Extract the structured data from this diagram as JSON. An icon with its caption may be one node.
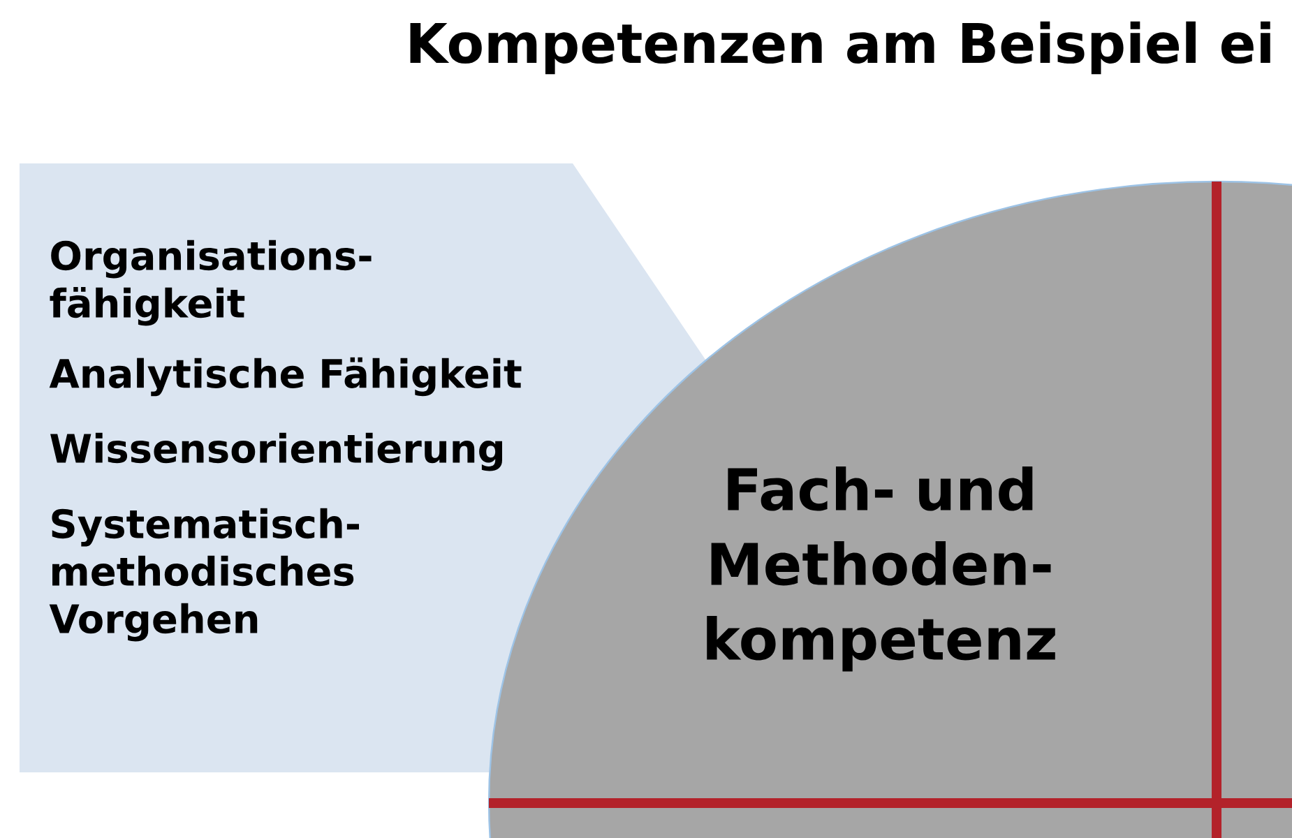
{
  "diagram": {
    "title": "Kompetenzen am Beispiel ei",
    "nodes": [
      {
        "text": [
          "Organisations-fähigkeit",
          "Analytische Fähigkeit",
          "Wissensorientierung",
          "Systematisch-methodisches Vorgehen"
        ]
      },
      {
        "text": [
          "Fach- und Methoden-kompetenz"
        ]
      }
    ]
  }
}
